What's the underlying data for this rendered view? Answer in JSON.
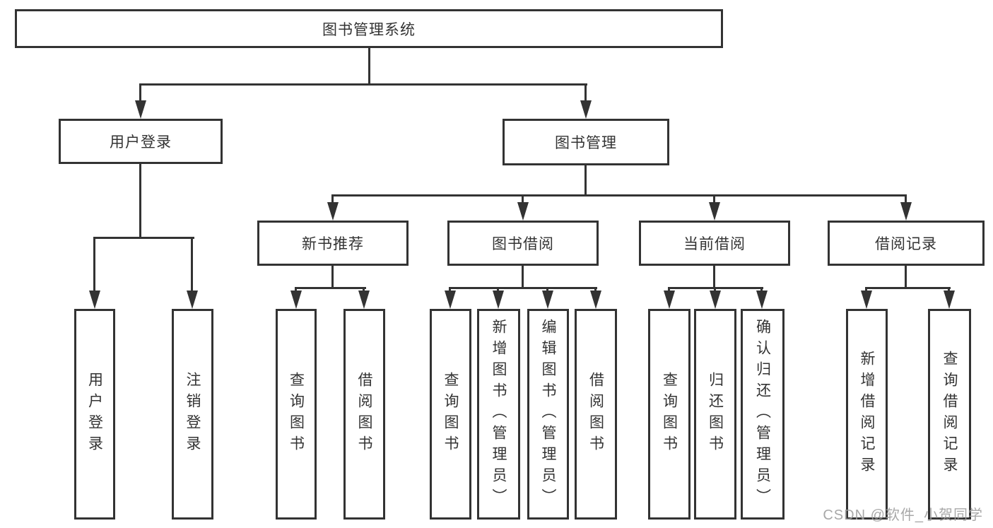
{
  "tree": {
    "root": {
      "label": "图书管理系统",
      "children": [
        {
          "label": "用户登录",
          "children": [
            {
              "label": "用户登录"
            },
            {
              "label": "注销登录"
            }
          ]
        },
        {
          "label": "图书管理",
          "children": [
            {
              "label": "新书推荐",
              "children": [
                {
                  "label": "查询图书"
                },
                {
                  "label": "借阅图书"
                }
              ]
            },
            {
              "label": "图书借阅",
              "children": [
                {
                  "label": "查询图书"
                },
                {
                  "label": "新增图书（管理员）"
                },
                {
                  "label": "编辑图书（管理员）"
                },
                {
                  "label": "借阅图书"
                }
              ]
            },
            {
              "label": "当前借阅",
              "children": [
                {
                  "label": "查询图书"
                },
                {
                  "label": "归还图书"
                },
                {
                  "label": "确认归还（管理员）"
                }
              ]
            },
            {
              "label": "借阅记录",
              "children": [
                {
                  "label": "新增借阅记录"
                },
                {
                  "label": "查询借阅记录"
                }
              ]
            }
          ]
        }
      ]
    }
  },
  "colors": {
    "line": "#333333",
    "background": "#ffffff",
    "watermark": "#9e9e9e"
  },
  "watermark": "CSDN @软件_小贺同学"
}
